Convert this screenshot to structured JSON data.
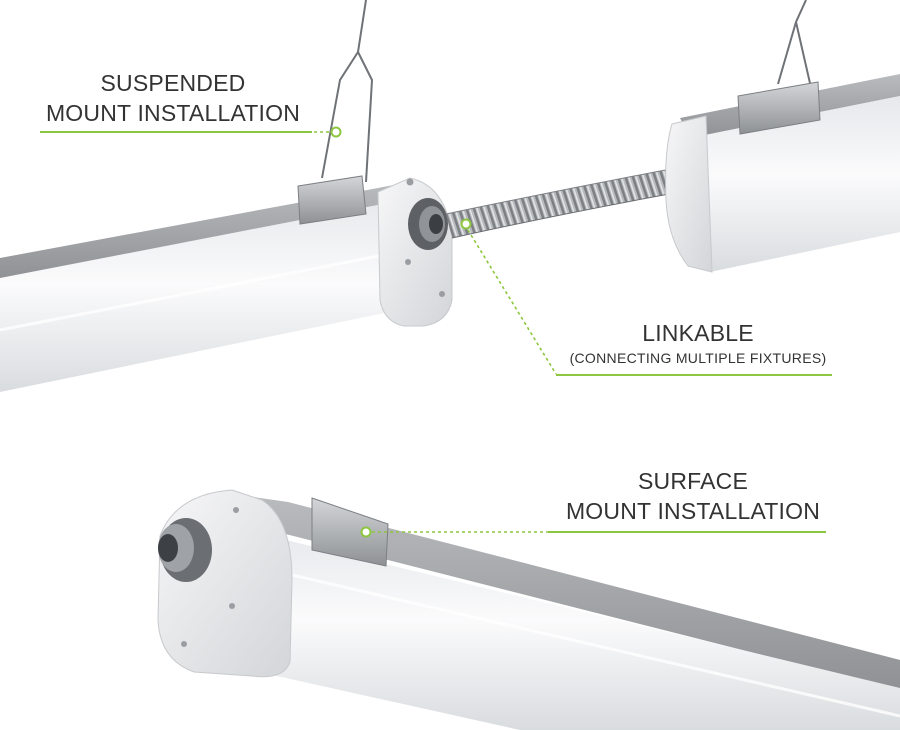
{
  "labels": {
    "suspended": {
      "line1": "SUSPENDED",
      "line2": "MOUNT INSTALLATION"
    },
    "linkable": {
      "line1": "LINKABLE",
      "line2": "(CONNECTING MULTIPLE FIXTURES)"
    },
    "surface": {
      "line1": "SURFACE",
      "line2": "MOUNT INSTALLATION"
    }
  },
  "colors": {
    "accent": "#8dc63f",
    "text": "#333333",
    "housing": "#a9abae",
    "diffuser": "#f4f5f7"
  }
}
